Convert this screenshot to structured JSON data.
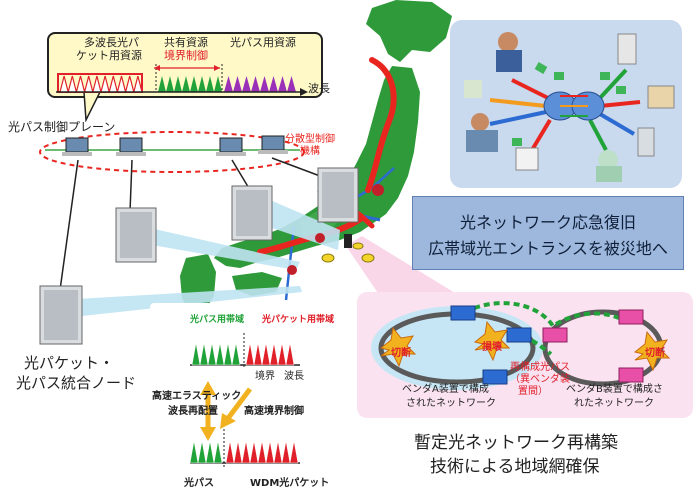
{
  "callout": {
    "multi_wavelength": "多波長光パ",
    "multi_wavelength_2": "ケット用資源",
    "shared_resource": "共有資源",
    "boundary_control": "境界制御",
    "path_resource": "光パス用資源",
    "wavelength_axis": "波長"
  },
  "control_plane": {
    "label": "光パス制御プレーン",
    "distributed": "分散型制御",
    "distributed_2": "機構"
  },
  "node": {
    "label_1": "光パケット・",
    "label_2": "光パス統合ノード"
  },
  "recovery": {
    "line_1": "光ネットワーク応急復旧",
    "line_2": "広帯域光エントランスを被災地へ"
  },
  "wavegraph": {
    "path_band": "光パス用帯域",
    "packet_band": "光パケット用帯域",
    "boundary": "境界",
    "wavelength": "波長",
    "elastic_1": "高速エラスティック",
    "elastic_2": "波長再配置",
    "fast_boundary": "高速境界制御",
    "light_path": "光パス",
    "wdm_packet": "WDM光パケット"
  },
  "ring": {
    "cut_1": "切断",
    "damage": "損壊",
    "cut_2": "切断",
    "reconf_1": "再構成光パス",
    "reconf_2": "（異ベンダ装",
    "reconf_3": "置間）",
    "vendor_a_1": "ベンダA装置で構成",
    "vendor_a_2": "されたネットワーク",
    "vendor_b_1": "ベンダB装置で構成さ",
    "vendor_b_2": "れたネットワーク"
  },
  "caption": {
    "line_1": "暫定光ネットワーク再構築",
    "line_2": "技術による地域網確保"
  },
  "colors": {
    "packet": "#e0202a",
    "path_green": "#22a33a",
    "purple": "#9b30b8",
    "map_green": "#2f9a3a",
    "ring_link": "#5a5a5a",
    "accent_red": "#e8261f"
  }
}
